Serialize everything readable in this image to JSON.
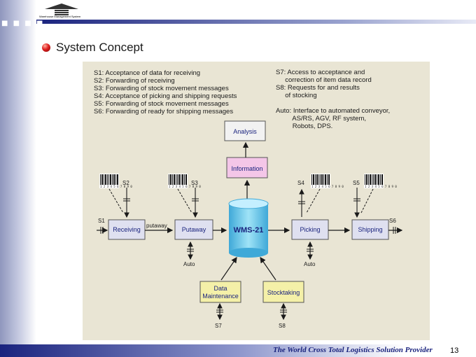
{
  "header": {
    "logo_text": "Warehouse Management System",
    "dots": "■ ■ ■ ■"
  },
  "slide": {
    "title": "System Concept"
  },
  "diagram": {
    "notes_left": [
      "S1: Acceptance of data for receiving",
      "S2: Forwarding of receiving",
      "S3: Forwarding of stock movement messages",
      "S4: Acceptance of picking and shipping requests",
      "S5: Forwarding of stock movement messages",
      "S6: Forwarding of ready for shipping messages"
    ],
    "notes_right": [
      "S7: Access to acceptance and",
      "     correction of item data record",
      "S8: Requests for and results",
      "     of stocking",
      "",
      "Auto: Interface to automated conveyor,",
      "         AS/RS, AGV, RF system,",
      "         Robots, DPS."
    ],
    "boxes": {
      "analysis": "Analysis",
      "information": "Information",
      "wms": "WMS-21",
      "receiving": "Receiving",
      "putaway": "Putaway",
      "picking": "Picking",
      "shipping": "Shipping",
      "data_maintenance_1": "Data",
      "data_maintenance_2": "Maintenance",
      "stocktaking": "Stocktaking"
    },
    "signals": {
      "s1": "S1",
      "s2": "S2",
      "s3": "S3",
      "s4": "S4",
      "s5": "S5",
      "s6": "S6",
      "s7": "S7",
      "s8": "S8"
    },
    "edge_putaway": "putaway",
    "auto_left": "Auto",
    "auto_right": "Auto",
    "barcode_number": "1 2 3 4 5 6 7 8 9 0"
  },
  "footer": {
    "tagline": "The World Cross Total Logistics Solution Provider",
    "page_number": "13"
  },
  "colors": {
    "process_box": "#dfe0f0",
    "analysis_box": "#f2f2f2",
    "information_box": "#f4c6e8",
    "maintenance_box": "#f4f0a8",
    "cylinder": "#78d2ef",
    "accent": "#1a237e"
  }
}
